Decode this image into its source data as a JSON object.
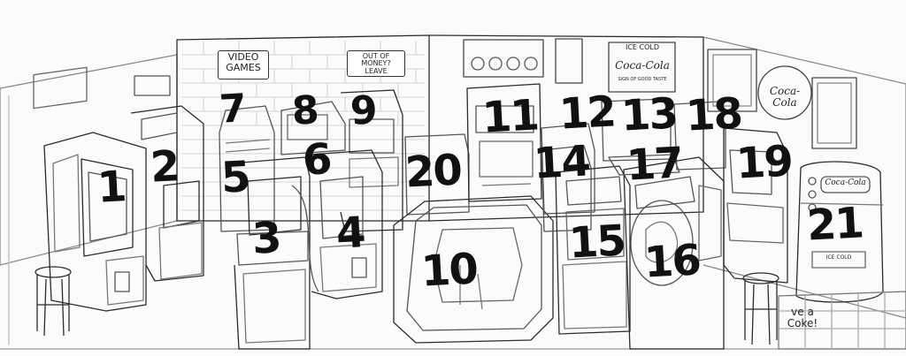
{
  "signs": {
    "video_games": "VIDEO\nGAMES",
    "out_of_money": "OUT OF MONEY?\nLEAVE",
    "ice_cold": "ICE COLD",
    "coca_cola": "Coca-Cola",
    "sign_of_good_taste": "SIGN OF GOOD TASTE",
    "coca_cola_circle": "Coca-Cola",
    "fridge_brand": "Coca-Cola",
    "fridge_ice_cold": "ICE COLD",
    "have_a_coke": "ve a Coke!"
  },
  "machines": [
    {
      "id": "1",
      "label": "1"
    },
    {
      "id": "2",
      "label": "2"
    },
    {
      "id": "3",
      "label": "3"
    },
    {
      "id": "4",
      "label": "4"
    },
    {
      "id": "5",
      "label": "5"
    },
    {
      "id": "6",
      "label": "6"
    },
    {
      "id": "7",
      "label": "7"
    },
    {
      "id": "8",
      "label": "8"
    },
    {
      "id": "9",
      "label": "9"
    },
    {
      "id": "10",
      "label": "10"
    },
    {
      "id": "11",
      "label": "11"
    },
    {
      "id": "12",
      "label": "12"
    },
    {
      "id": "13",
      "label": "13"
    },
    {
      "id": "14",
      "label": "14"
    },
    {
      "id": "15",
      "label": "15"
    },
    {
      "id": "16",
      "label": "16"
    },
    {
      "id": "17",
      "label": "17"
    },
    {
      "id": "18",
      "label": "18"
    },
    {
      "id": "19",
      "label": "19"
    },
    {
      "id": "20",
      "label": "20"
    },
    {
      "id": "21",
      "label": "21"
    }
  ]
}
